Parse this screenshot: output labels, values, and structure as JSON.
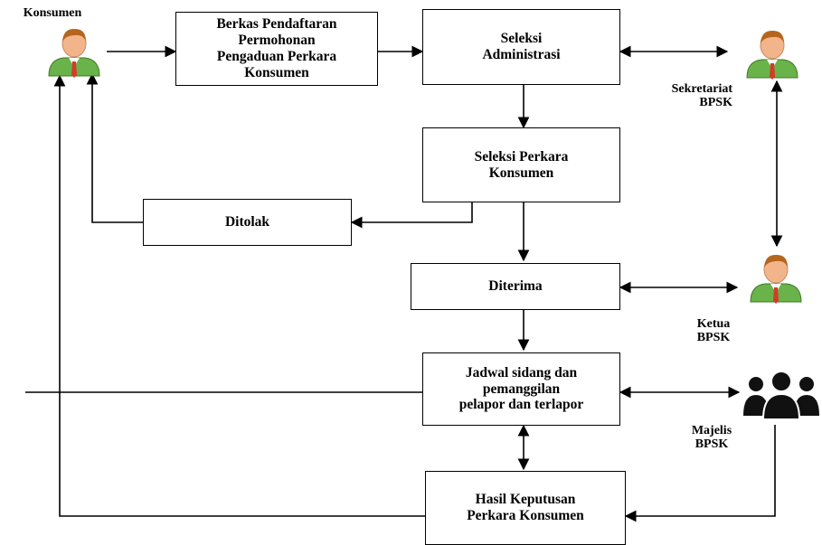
{
  "actors": {
    "konsumen": "Konsumen",
    "sekretariat": "Sekretariat\nBPSK",
    "ketua": "Ketua\nBPSK",
    "majelis": "Majelis\nBPSK"
  },
  "boxes": {
    "berkas": "Berkas Pendaftaran\nPermohonan\nPengaduan Perkara\nKonsumen",
    "seleksi_administrasi": "Seleksi\nAdministrasi",
    "seleksi_perkara": "Seleksi Perkara\nKonsumen",
    "ditolak": "Ditolak",
    "diterima": "Diterima",
    "jadwal": "Jadwal sidang dan\npemanggilan\npelapor dan terlapor",
    "hasil": "Hasil Keputusan\nPerkara Konsumen"
  },
  "icons": {
    "person": "person-icon",
    "group": "group-icon"
  },
  "colors": {
    "skin": "#f2b48a",
    "hair": "#b5651d",
    "shirt": "#6ab34a",
    "tie": "#d43a2a",
    "line": "#000000"
  }
}
